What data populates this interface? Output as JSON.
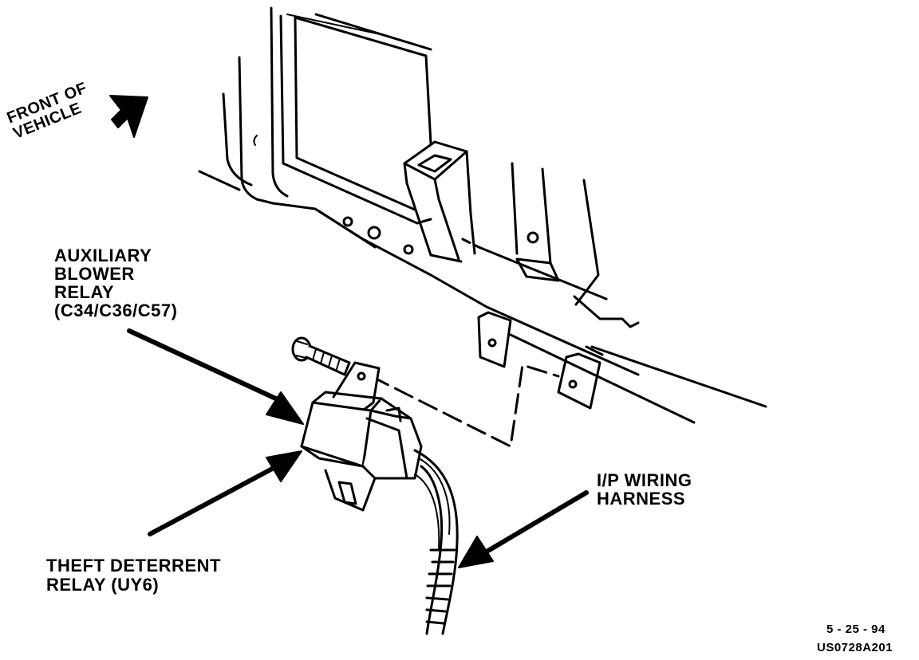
{
  "labels": {
    "front_of_vehicle": [
      "FRONT OF",
      "VEHICLE"
    ],
    "auxiliary_blower_relay": [
      "AUXILIARY",
      "BLOWER",
      "RELAY",
      "(C34/C36/C57)"
    ],
    "theft_deterrent_relay": [
      "THEFT DETERRENT",
      "RELAY (UY6)"
    ],
    "ip_wiring_harness": [
      "I/P WIRING",
      "HARNESS"
    ],
    "date": "5 - 25 - 94",
    "figure_code": "US0728A201"
  },
  "colors": {
    "ink": "#000000",
    "paper": "#ffffff"
  }
}
